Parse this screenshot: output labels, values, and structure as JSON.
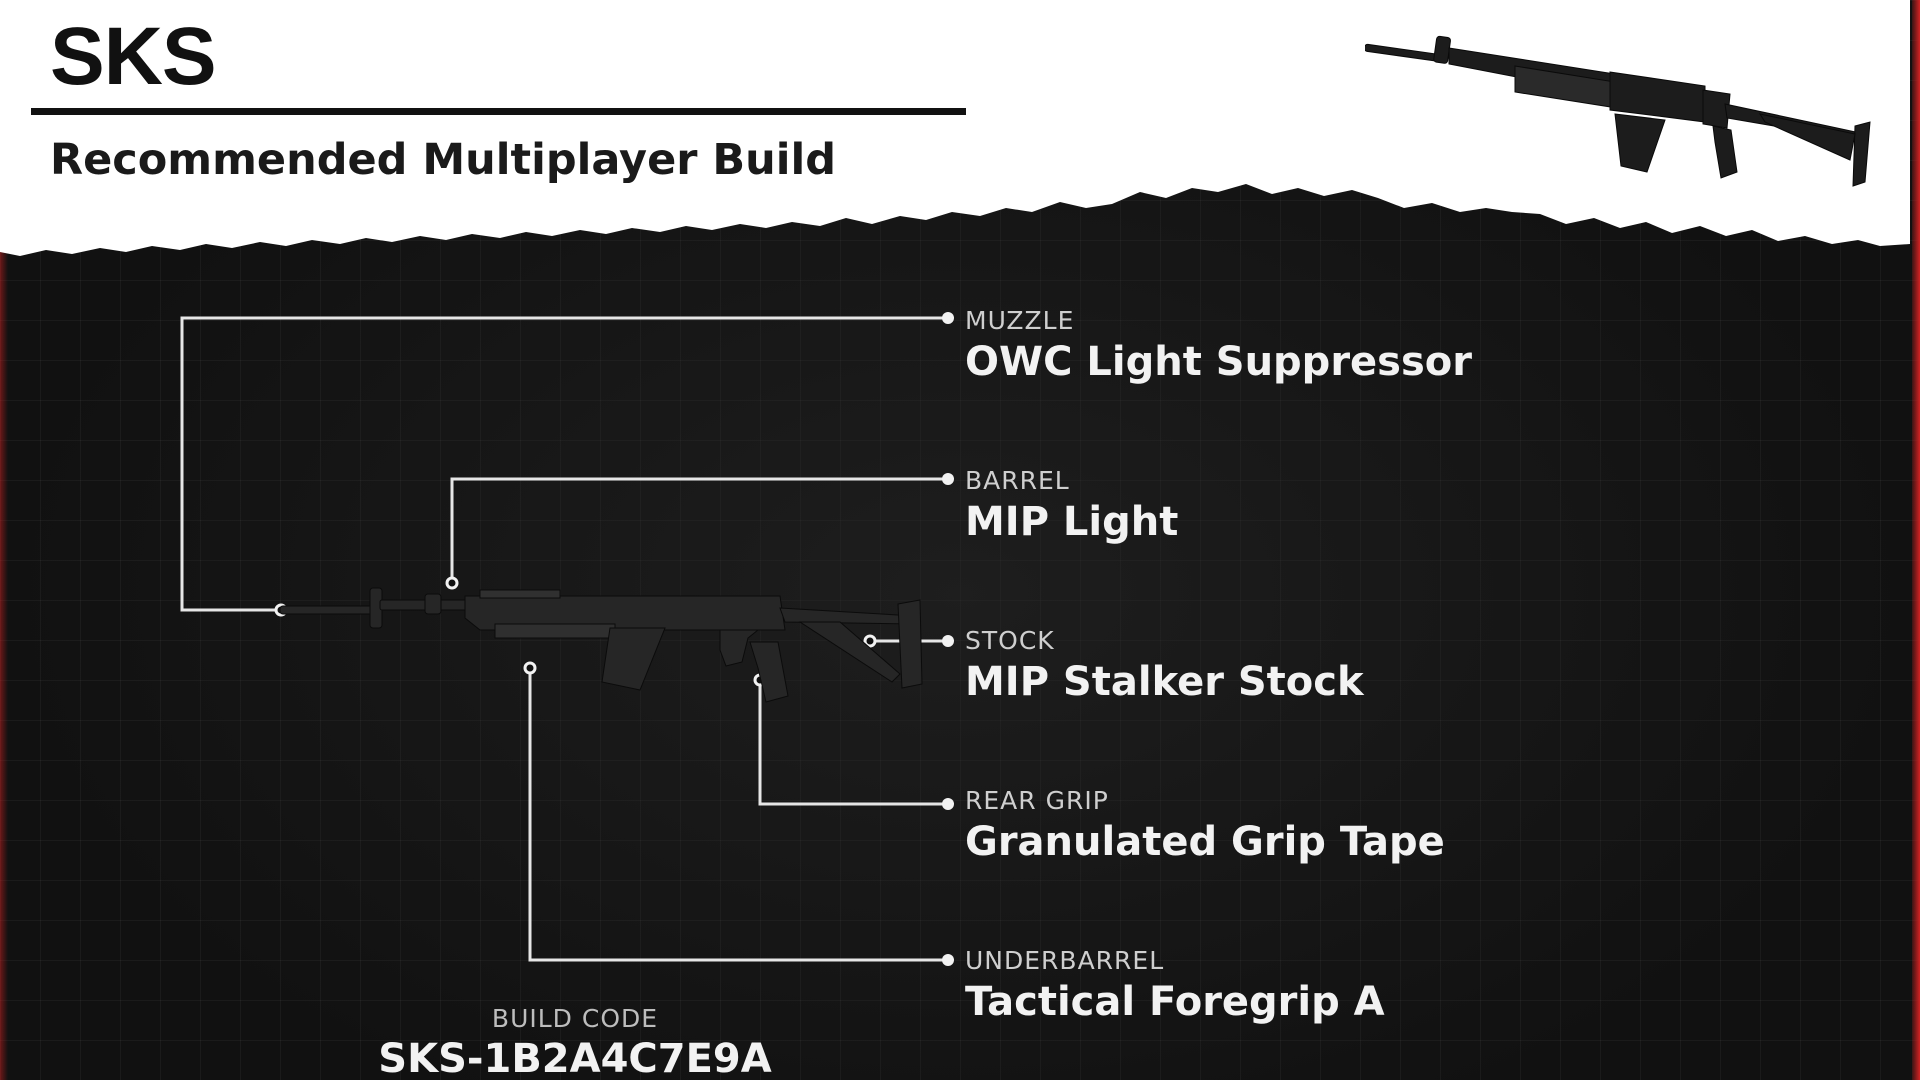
{
  "header": {
    "title": "SKS",
    "subtitle": "Recommended Multiplayer Build"
  },
  "attachments": [
    {
      "slot": "MUZZLE",
      "name": "OWC Light Suppressor"
    },
    {
      "slot": "BARREL",
      "name": "MIP Light"
    },
    {
      "slot": "STOCK",
      "name": "MIP Stalker Stock"
    },
    {
      "slot": "REAR GRIP",
      "name": "Granulated Grip Tape"
    },
    {
      "slot": "UNDERBARREL",
      "name": "Tactical Foregrip A"
    }
  ],
  "build": {
    "label": "BUILD CODE",
    "code": "SKS-1B2A4C7E9A"
  },
  "icons": {
    "header_weapon": "sks-rifle-icon",
    "main_weapon": "sks-rifle-icon"
  },
  "colors": {
    "header_paper": "#ffffff",
    "background": "#111111",
    "accent": "#d42222",
    "text": "#f2f2f2"
  }
}
